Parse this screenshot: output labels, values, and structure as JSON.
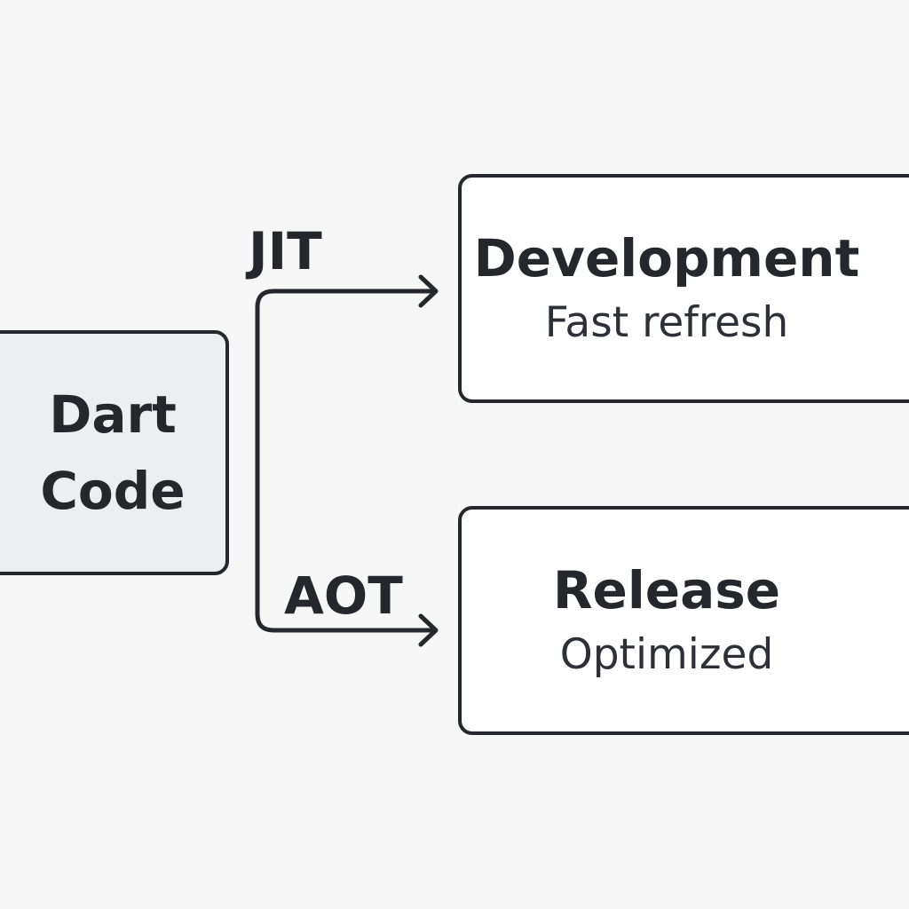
{
  "source": {
    "line1": "Dart",
    "line2": "Code"
  },
  "edges": {
    "jit_label": "JIT",
    "aot_label": "AOT"
  },
  "targets": {
    "development": {
      "title": "Development",
      "subtitle": "Fast refresh"
    },
    "release": {
      "title": "Release",
      "subtitle": "Optimized"
    }
  },
  "colors": {
    "background": "#f7f7f7",
    "stroke": "#24272c",
    "source_fill": "#eceef0",
    "target_fill": "#ffffff"
  }
}
